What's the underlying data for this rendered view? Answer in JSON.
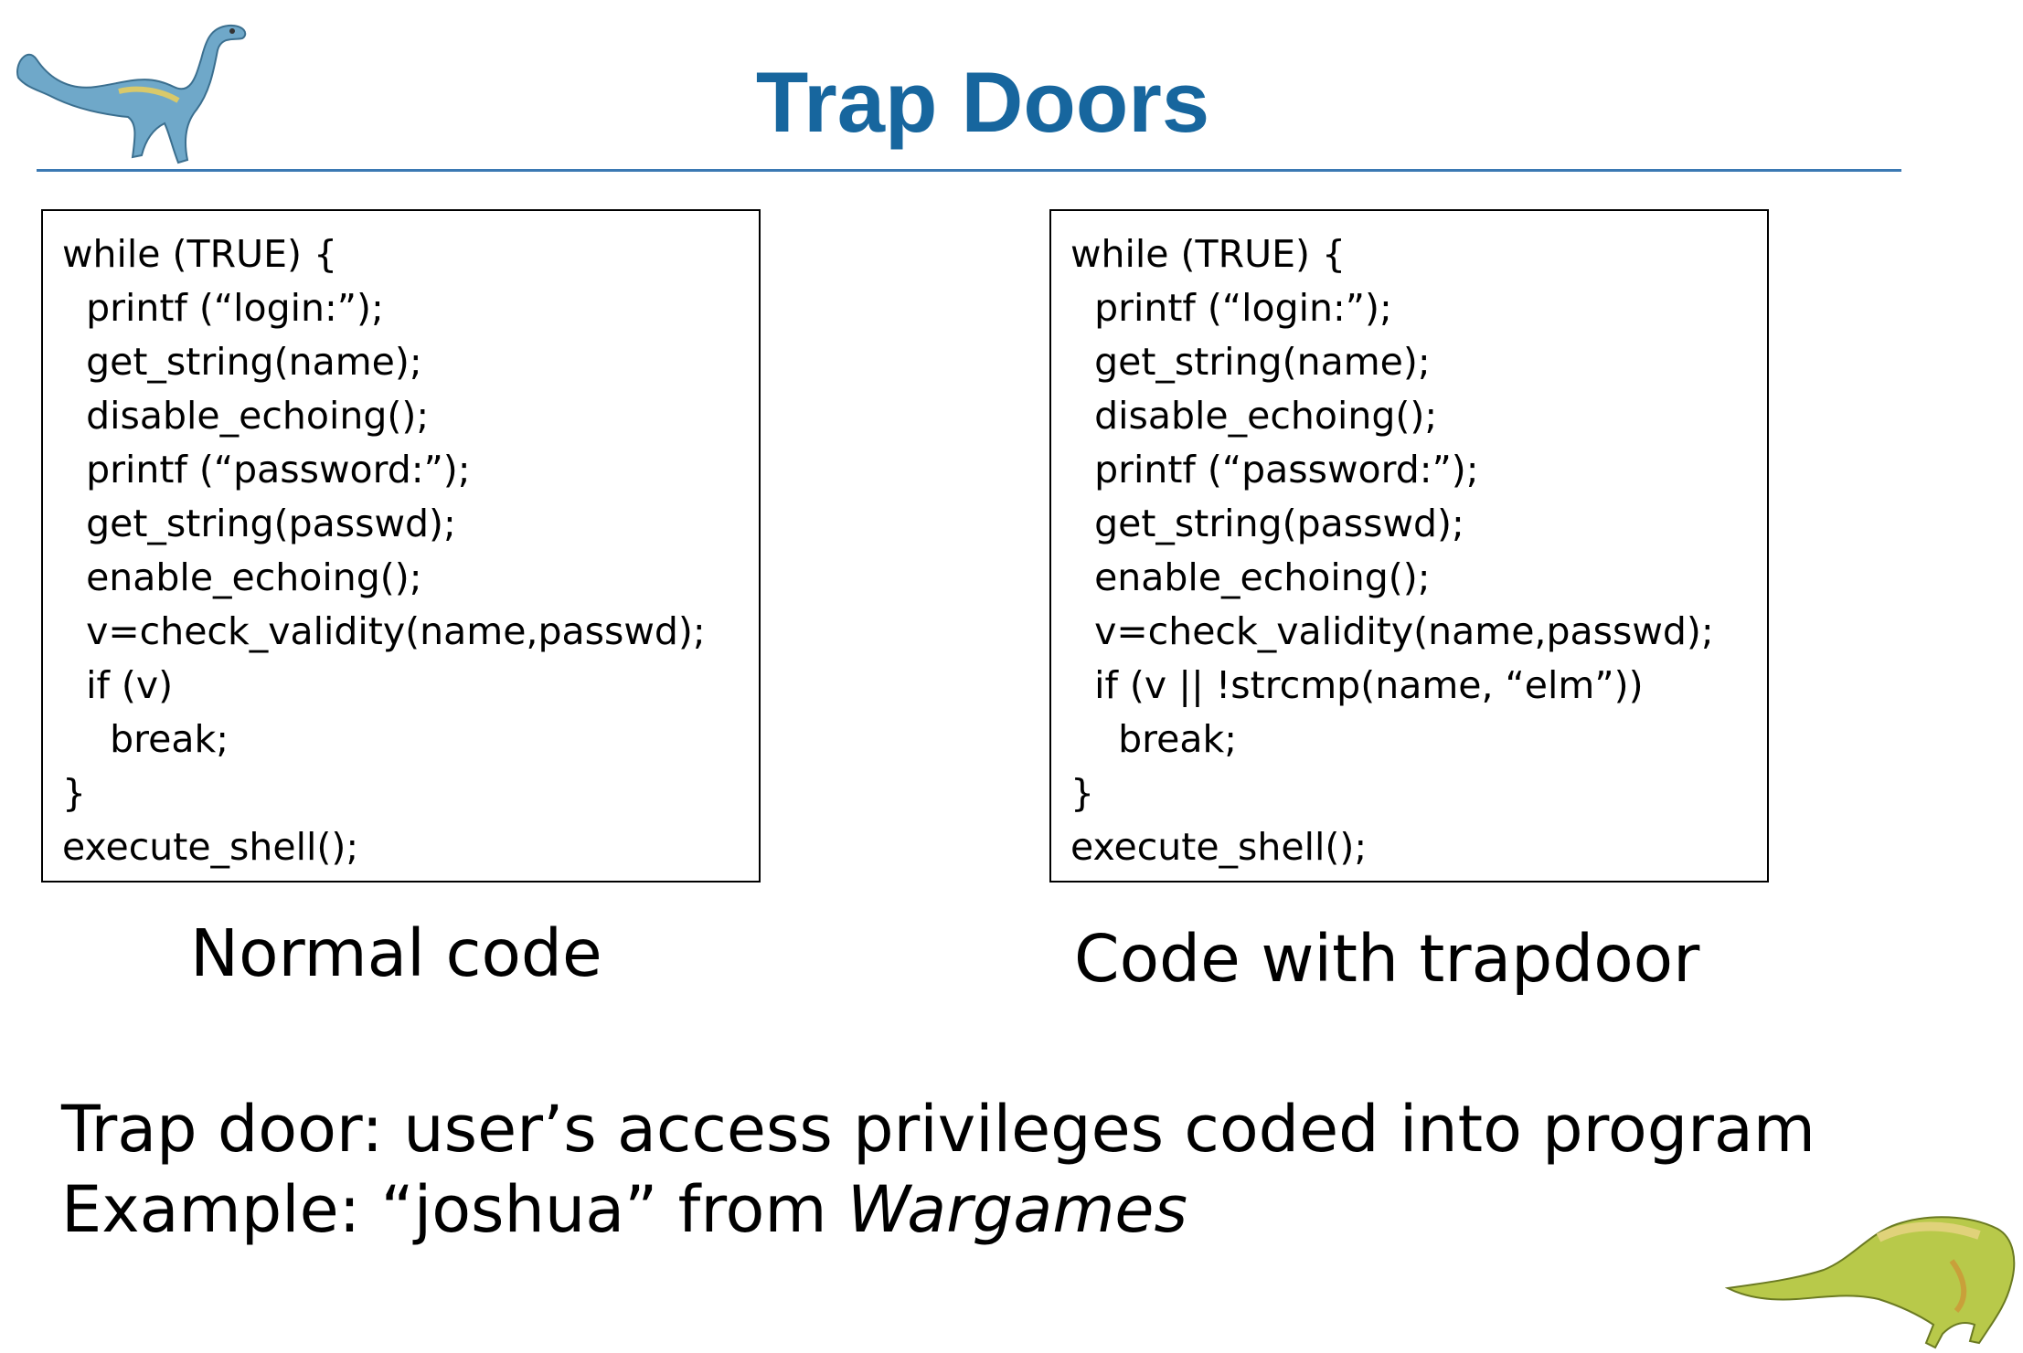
{
  "slide": {
    "title": "Trap Doors",
    "colors": {
      "title": "#17669e",
      "rule": "#3b79b3"
    }
  },
  "normal_code": {
    "lines": [
      "while (TRUE) {",
      "  printf (“login:”);",
      "  get_string(name);",
      "  disable_echoing();",
      "  printf (“password:”);",
      "  get_string(passwd);",
      "  enable_echoing();",
      "  v=check_validity(name,passwd);",
      "  if (v)",
      "    break;",
      "}",
      "execute_shell();"
    ],
    "caption": "Normal code"
  },
  "trapdoor_code": {
    "lines": [
      "while (TRUE) {",
      "  printf (“login:”);",
      "  get_string(name);",
      "  disable_echoing();",
      "  printf (“password:”);",
      "  get_string(passwd);",
      "  enable_echoing();",
      "  v=check_validity(name,passwd);",
      "  if (v || !strcmp(name, “elm”))",
      "    break;",
      "}",
      "execute_shell();"
    ],
    "caption": "Code with trapdoor"
  },
  "notes": {
    "line1": "Trap door: user’s access privileges coded into program",
    "line2_prefix": "Example: “joshua” from ",
    "line2_italic": "Wargames"
  },
  "decorations": {
    "top_left_icon": "dinosaur-icon",
    "bottom_right_icon": "dinosaur-icon"
  }
}
